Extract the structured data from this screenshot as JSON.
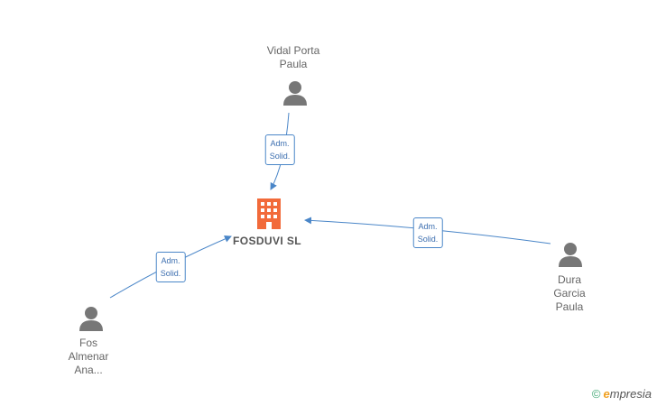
{
  "company": {
    "name": "FOSDUVI SL"
  },
  "people": [
    {
      "id": "vidal",
      "name": "Vidal Porta\nPaula"
    },
    {
      "id": "dura",
      "name": "Dura\nGarcia\nPaula"
    },
    {
      "id": "fos",
      "name": "Fos\nAlmenar\nAna..."
    }
  ],
  "relations": [
    {
      "from": "vidal",
      "label": "Adm.\nSolid."
    },
    {
      "from": "dura",
      "label": "Adm.\nSolid."
    },
    {
      "from": "fos",
      "label": "Adm.\nSolid."
    }
  ],
  "colors": {
    "edge": "#4a86c8",
    "company_icon": "#f26a3a",
    "person_icon": "#777777"
  },
  "watermark": {
    "symbol": "©",
    "brand_initial": "e",
    "brand_rest": "mpresia"
  }
}
